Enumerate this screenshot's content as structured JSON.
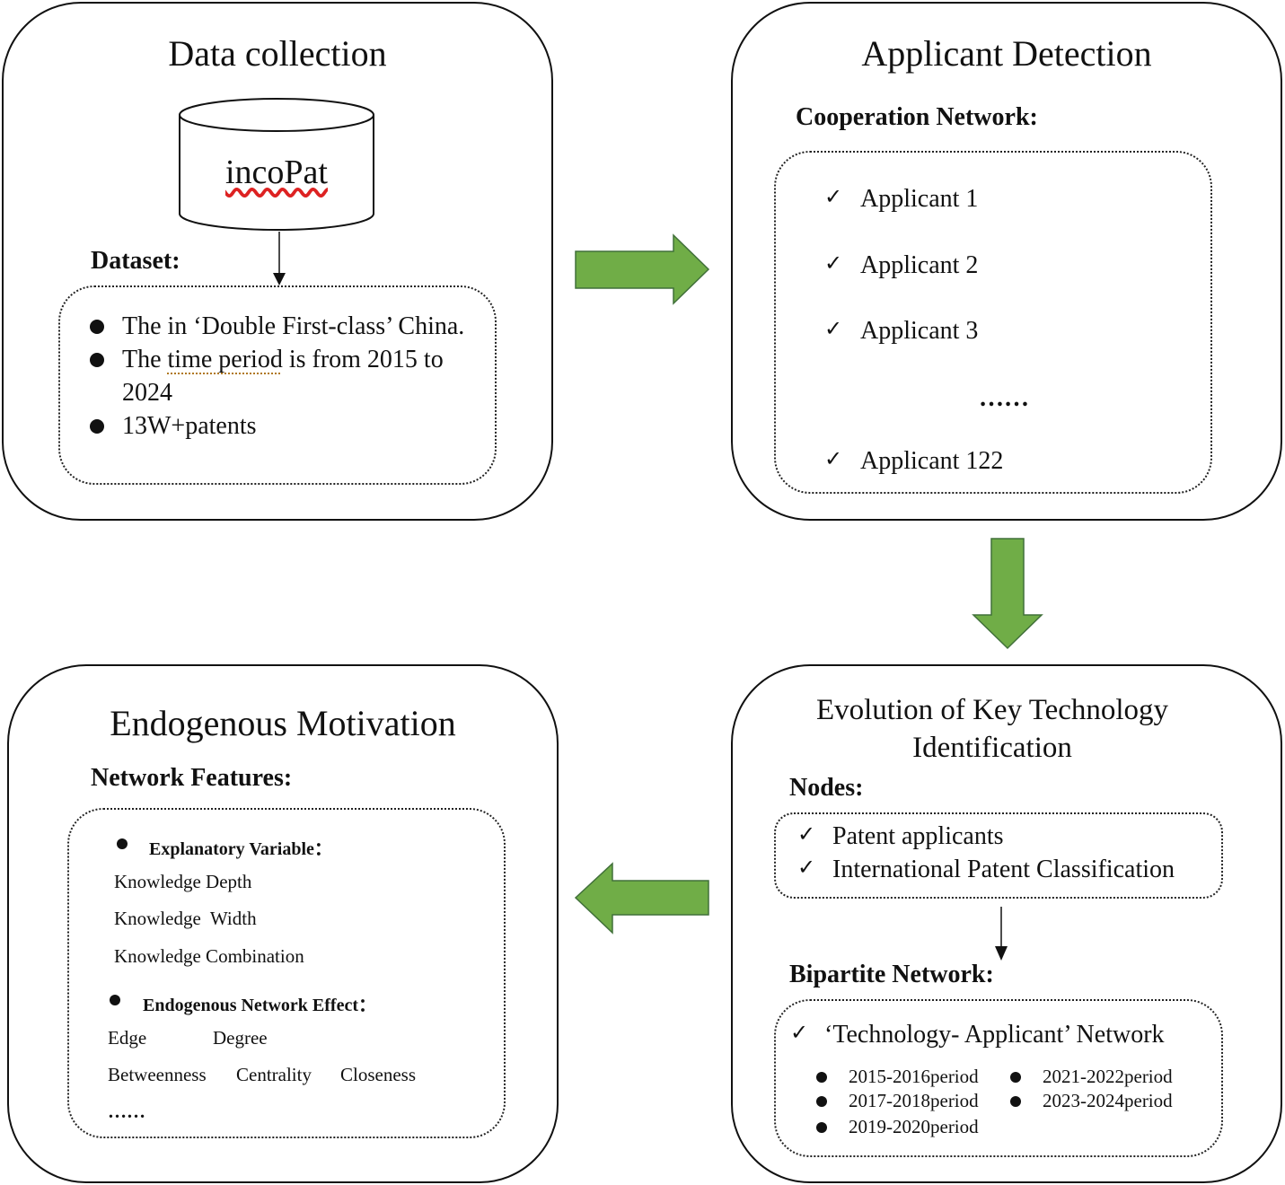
{
  "colors": {
    "arrow_fill": "#70ad47",
    "arrow_stroke": "#41703a"
  },
  "data_collection": {
    "title": "Data collection",
    "database_label": "incoPat",
    "dataset_heading": "Dataset:",
    "bullets": [
      "The in ‘Double First-class’ China.",
      "The ",
      "time period",
      " is from 2015 to",
      "2024",
      "13W+patents"
    ]
  },
  "applicant_detection": {
    "title": "Applicant Detection",
    "network_heading": "Cooperation Network:",
    "items": [
      "Applicant 1",
      "Applicant 2",
      "Applicant 3",
      "Applicant 122"
    ],
    "ellipsis": "……"
  },
  "evolution": {
    "title_line1": "Evolution of Key Technology",
    "title_line2": "Identification",
    "nodes_heading": "Nodes:",
    "nodes": [
      "Patent applicants",
      "International Patent Classification"
    ],
    "bipartite_heading": "Bipartite Network:",
    "bipartite_item": "‘Technology- Applicant’ Network",
    "periods": [
      "2015-2016period",
      "2017-2018period",
      "2019-2020period",
      "2021-2022period",
      "2023-2024period"
    ]
  },
  "endogenous": {
    "title": "Endogenous Motivation",
    "features_heading": "Network Features:",
    "explanatory_heading": "Explanatory Variable：",
    "explanatory_items": [
      "Knowledge Depth",
      "Knowledge  Width",
      "Knowledge Combination"
    ],
    "network_effect_heading": "Endogenous Network Effect：",
    "network_effect_row1": [
      "Edge",
      "Degree"
    ],
    "network_effect_row2": [
      "Betweenness",
      "Centrality",
      "Closeness"
    ],
    "ellipsis": "……"
  }
}
